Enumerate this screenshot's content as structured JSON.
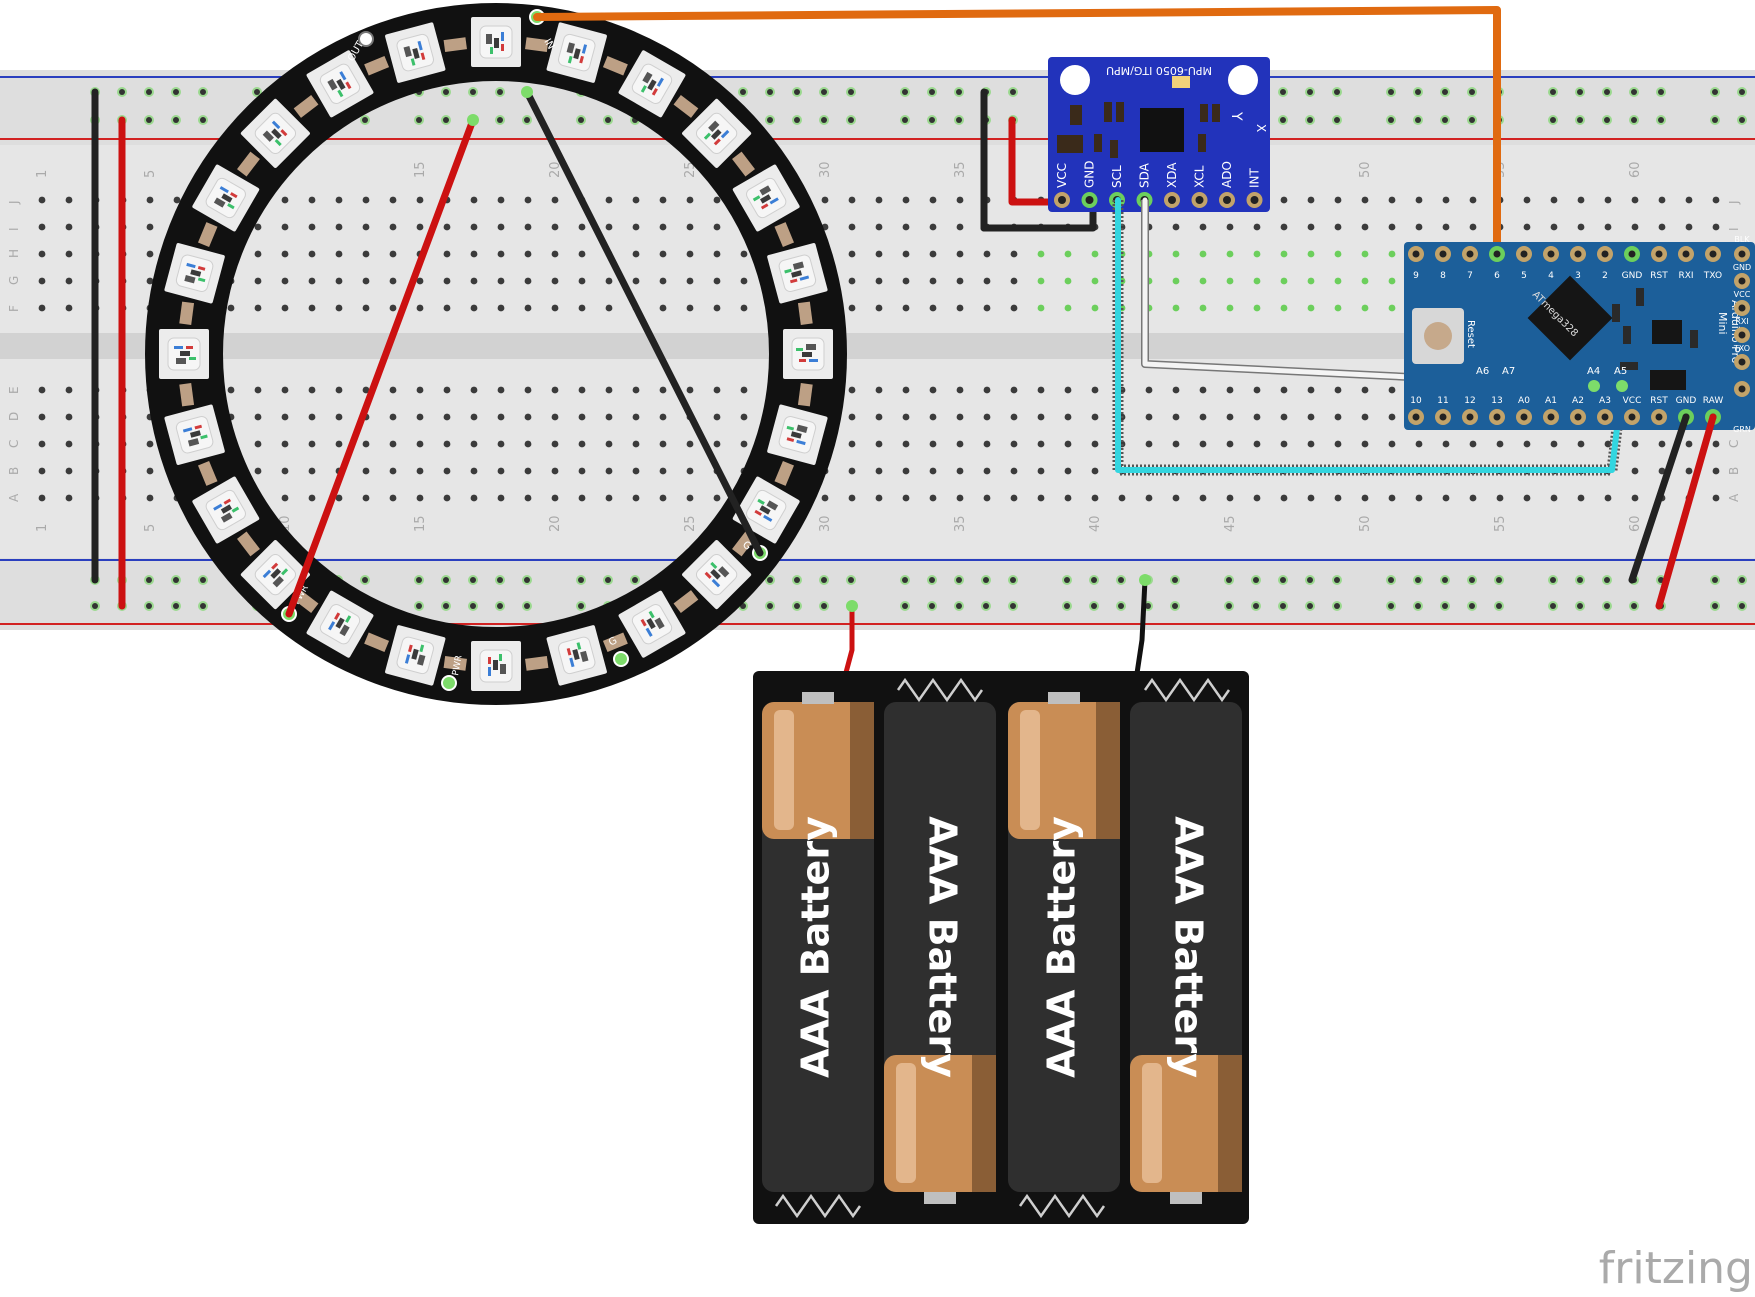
{
  "app": {
    "watermark": "fritzing"
  },
  "breadboard": {
    "column_numbers": [
      "1",
      "5",
      "10",
      "15",
      "20",
      "25",
      "30",
      "35",
      "40",
      "45",
      "50",
      "55",
      "60"
    ],
    "row_letters_top": [
      "J",
      "I",
      "H",
      "G",
      "F"
    ],
    "row_letters_bottom": [
      "E",
      "D",
      "C",
      "B",
      "A"
    ]
  },
  "neopixel_ring": {
    "pin_labels": {
      "data_in": "IN",
      "data_out": "OUT",
      "power_top": "PWR",
      "ground_top": "G",
      "power_bottom": "PWR",
      "ground_bottom": "G"
    }
  },
  "mpu6050": {
    "title": "MPU-6050 ITG/MPU",
    "pins": [
      "VCC",
      "GND",
      "SCL",
      "SDA",
      "XDA",
      "XCL",
      "ADO",
      "INT"
    ],
    "axis_labels": {
      "y": "Y",
      "x": "X"
    }
  },
  "arduino": {
    "name_line1": "Arduino Pro",
    "name_line2": "Mini",
    "chip_label": "ATmega328",
    "reset_label": "Reset",
    "top_pins": [
      "9",
      "8",
      "7",
      "6",
      "5",
      "4",
      "3",
      "2",
      "GND",
      "RST",
      "RXI",
      "TXO"
    ],
    "bottom_pins": [
      "10",
      "11",
      "12",
      "13",
      "A0",
      "A1",
      "A2",
      "A3",
      "VCC",
      "RST",
      "GND",
      "RAW"
    ],
    "right_pins": [
      "BLK",
      "GND",
      "VCC",
      "RXI",
      "TXO",
      "GRN"
    ],
    "inner_labels": [
      "A6",
      "A7",
      "A4",
      "A5"
    ]
  },
  "battery_pack": {
    "cells": [
      {
        "label": "AAA Battery"
      },
      {
        "label": "AAA Battery"
      },
      {
        "label": "AAA Battery"
      },
      {
        "label": "AAA Battery"
      }
    ]
  },
  "colors": {
    "wire_red": "#cc1111",
    "wire_black": "#222222",
    "wire_orange": "#e06a10",
    "wire_cyan": "#33d6e0",
    "wire_white": "#f4f4f4",
    "pcb_blue": "#1c5f9a",
    "mpu_blue": "#2233bb",
    "breadboard": "#e3e3e3",
    "rail_red": "#d22222",
    "rail_blue": "#2a3fbf"
  }
}
